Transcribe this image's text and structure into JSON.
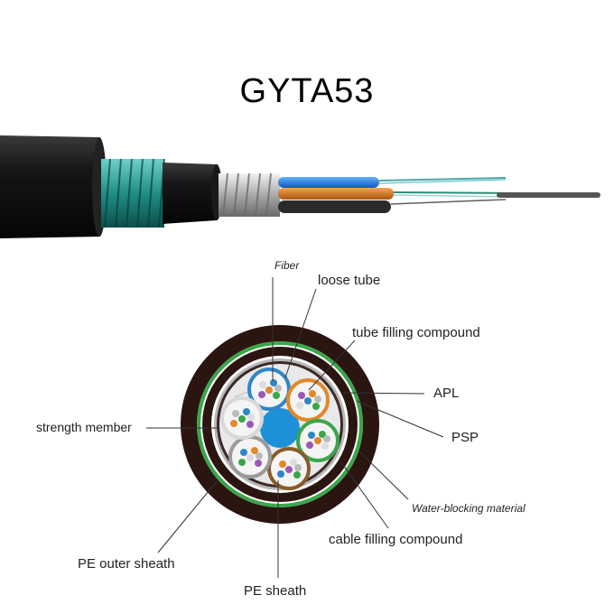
{
  "title": "GYTA53",
  "labels": {
    "fiber": "Fiber",
    "loose_tube": "loose tube",
    "tube_filling": "tube filling compound",
    "apl": "APL",
    "psp": "PSP",
    "strength_member": "strength member",
    "water_blocking": "Water-blocking material",
    "cable_filling": "cable filling compound",
    "pe_outer": "PE outer sheath",
    "pe_sheath": "PE sheath"
  },
  "colors": {
    "outer_sheath": "#2b1510",
    "green_ring": "#3aa64a",
    "steel": "#b8b8b8",
    "central_member": "#1e90d8",
    "tube_blue": "#2f86c6",
    "tube_orange": "#e2882a",
    "tube_green": "#3aa64a",
    "tube_brown": "#8b5a2b",
    "tube_grey": "#9a9a9a",
    "tube_white": "#d8d8d8"
  }
}
